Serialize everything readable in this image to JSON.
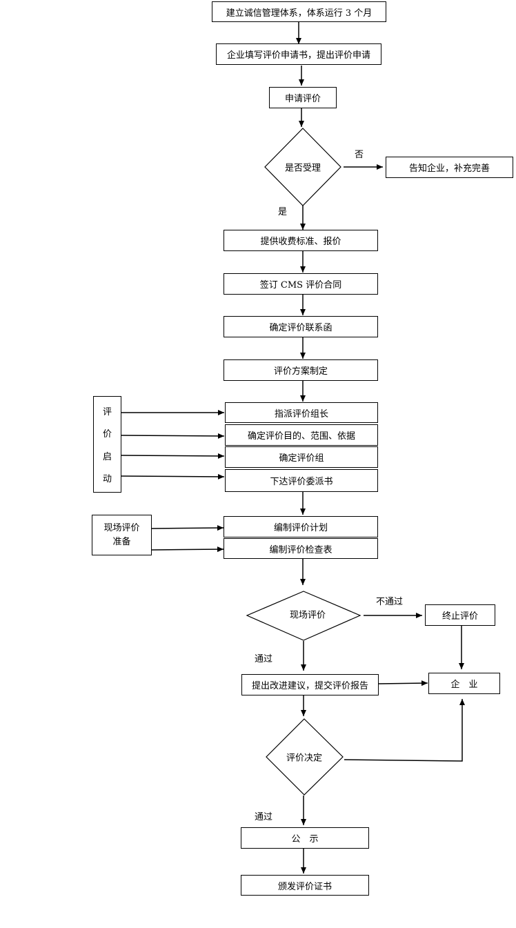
{
  "flow": {
    "step1": "建立诚信管理体系，体系运行 3 个月",
    "step2": "企业填写评价申请书，提出评价申请",
    "step3": "申请评价",
    "decision_accept": "是否受理",
    "no_label": "否",
    "yes_label": "是",
    "reject_box": "告知企业，补充完善",
    "step4": "提供收费标准、报价",
    "step5": "签订 CMS 评价合同",
    "step6": "确定评价联系函",
    "step7": "评价方案制定",
    "start_chars": [
      "评",
      "价",
      "启",
      "动"
    ],
    "start_a": "指派评价组长",
    "start_b": "确定评价目的、范围、依据",
    "start_c": "确定评价组",
    "start_d": "下达评价委派书",
    "prep_label_1": "现场评价",
    "prep_label_2": "准备",
    "prep_a": "编制评价计划",
    "prep_b": "编制评价检查表",
    "decision_onsite": "现场评价",
    "fail_label": "不通过",
    "terminate_box": "终止评价",
    "pass_label_1": "通过",
    "report_box": "提出改进建议，提交评价报告",
    "enterprise_box": "企　业",
    "decision_final": "评价决定",
    "pass_label_2": "通过",
    "publicity_box": "公　示",
    "certificate_box": "颁发评价证书"
  }
}
